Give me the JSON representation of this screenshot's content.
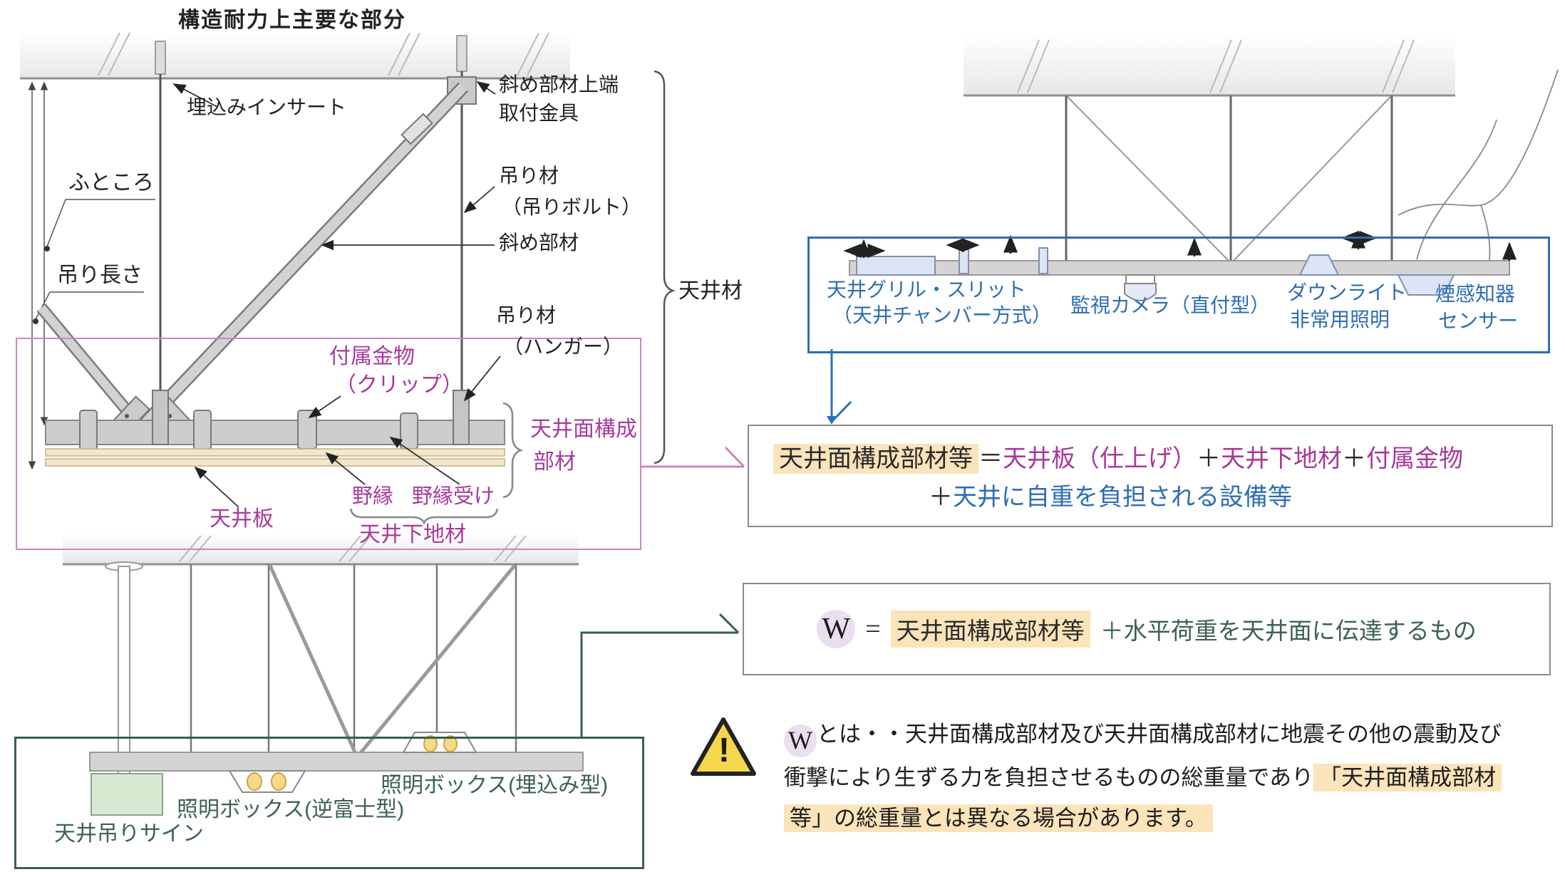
{
  "tl": {
    "title": "構造耐力上主要な部分",
    "insert": "埋込みインサート",
    "futokoro": "ふところ",
    "tsuri_nagasa": "吊り長さ",
    "fitting1": "斜め部材上端",
    "fitting2": "取付金具",
    "bolt1": "吊り材",
    "bolt2": "（吊りボルト）",
    "naname": "斜め部材",
    "hanger1": "吊り材",
    "hanger2": "（ハンガー）",
    "tenjozai": "天井材",
    "clip1": "付属金物",
    "clip2": "（クリップ）",
    "tenjoban": "天井板",
    "nobuchi": "野縁",
    "nobuchiuke": "野縁受け",
    "shitaji": "天井下地材",
    "kousei1": "天井面構成",
    "kousei2": "部材"
  },
  "tr": {
    "grill1": "天井グリル・スリット",
    "grill2": "（天井チャンバー方式）",
    "camera": "監視カメラ（直付型）",
    "down1": "ダウンライト",
    "down2": "非常用照明",
    "smoke1": "煙感知器",
    "smoke2": "センサー"
  },
  "formula": {
    "lhs": "天井面構成部材等",
    "eq": "＝",
    "t1": "天井板（仕上げ）",
    "plus": "＋",
    "t2": "天井下地材",
    "t3": "付属金物",
    "t4": "天井に自重を負担される設備等"
  },
  "w": {
    "sym": "W",
    "eq": "=",
    "t1": "天井面構成部材等",
    "rest": "＋水平荷重を天井面に伝達するもの"
  },
  "bl": {
    "recessed": "照明ボックス(埋込み型)",
    "fuji": "照明ボックス(逆富士型)",
    "sign": "天井吊りサイン"
  },
  "warn": {
    "bang": "!",
    "sym": "W",
    "l1": "とは・・天井面構成部材及び天井面構成部材に地震その他の震動及び",
    "l2a": "衝撃により生ずる力を負担させるものの総重量であり",
    "l2b": "「天井面構成部材",
    "l3": "等」の総重量とは異なる場合があります。"
  },
  "colors": {
    "magenta": "#a8399b",
    "blue": "#2e6db4",
    "green": "#3a5f4f",
    "pink_border": "#cb86bd",
    "highlight": "#fbe3ba",
    "lavender": "#eadef0",
    "warning_yellow": "#f6d74b"
  }
}
